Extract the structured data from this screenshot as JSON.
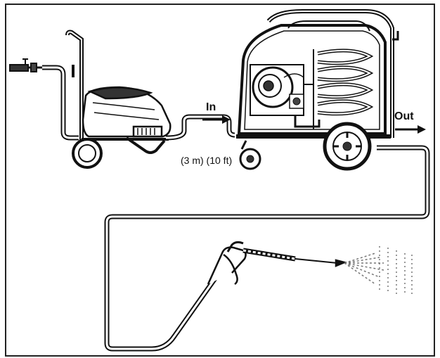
{
  "labels": {
    "inlet": "In",
    "outlet": "Out",
    "distance": "(3 m) (10 ft)"
  }
}
